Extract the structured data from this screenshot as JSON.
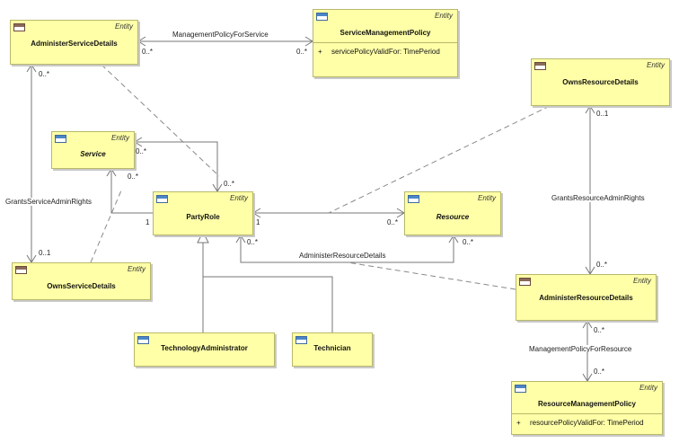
{
  "stereotype": "Entity",
  "classes": {
    "administer_service_details": {
      "name": "AdministerServiceDetails"
    },
    "service_management_policy": {
      "name": "ServiceManagementPolicy",
      "attr_marker": "+",
      "attr": "servicePolicyValidFor: TimePeriod"
    },
    "owns_resource_details": {
      "name": "OwnsResourceDetails"
    },
    "service": {
      "name": "Service"
    },
    "party_role": {
      "name": "PartyRole"
    },
    "resource": {
      "name": "Resource"
    },
    "owns_service_details": {
      "name": "OwnsServiceDetails"
    },
    "administer_resource_details": {
      "name": "AdministerResourceDetails"
    },
    "technology_administrator": {
      "name": "TechnologyAdministrator"
    },
    "technician": {
      "name": "Technician"
    },
    "resource_management_policy": {
      "name": "ResourceManagementPolicy",
      "attr_marker": "+",
      "attr": "resourcePolicyValidFor: TimePeriod"
    }
  },
  "associations": {
    "management_policy_for_service": "ManagementPolicyForService",
    "grants_service_admin_rights": "GrantsServiceAdminRights",
    "grants_resource_admin_rights": "GrantsResourceAdminRights",
    "administer_resource_details": "AdministerResourceDetails",
    "management_policy_for_resource": "ManagementPolicyForResource"
  },
  "multiplicities": {
    "asd_policy_left": "0..*",
    "asd_policy_right": "0..*",
    "asd_down": "0..*",
    "osd_up": "0..1",
    "service_right": "0..*",
    "service_down": "0..*",
    "partyrole_top": "0..*",
    "partyrole_service_end": "1",
    "partyrole_resource_end": "1",
    "resource_left": "0..*",
    "partyrole_bottom": "0..*",
    "resource_bottom": "0..*",
    "ord_down": "0..1",
    "ard_top": "0..*",
    "ard_bottom": "0..*",
    "rmp_top": "0..*"
  }
}
